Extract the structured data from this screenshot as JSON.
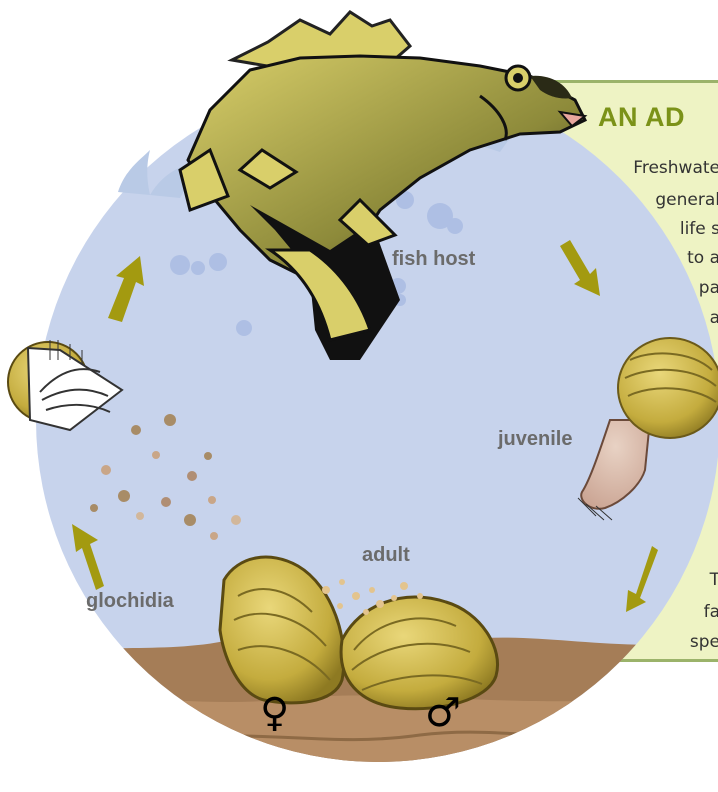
{
  "panel": {
    "title": "AN AD",
    "lines": [
      "Freshwate",
      "general",
      "life s",
      "to a",
      "pa",
      "a",
      "T",
      "fa",
      "spe"
    ]
  },
  "labels": {
    "fish_host": "fish host",
    "juvenile": "juvenile",
    "adult": "adult",
    "glochidia": "glochidia"
  },
  "symbols": {
    "female": "♀",
    "male": "♂"
  },
  "colors": {
    "circle": "#c7d3ec",
    "panel_bg": "#eef3c4",
    "panel_border": "#9bb36a",
    "title": "#7b9218",
    "arrow": "#a39a10",
    "mussel": "#c9b441",
    "sediment": "#a57d57"
  }
}
